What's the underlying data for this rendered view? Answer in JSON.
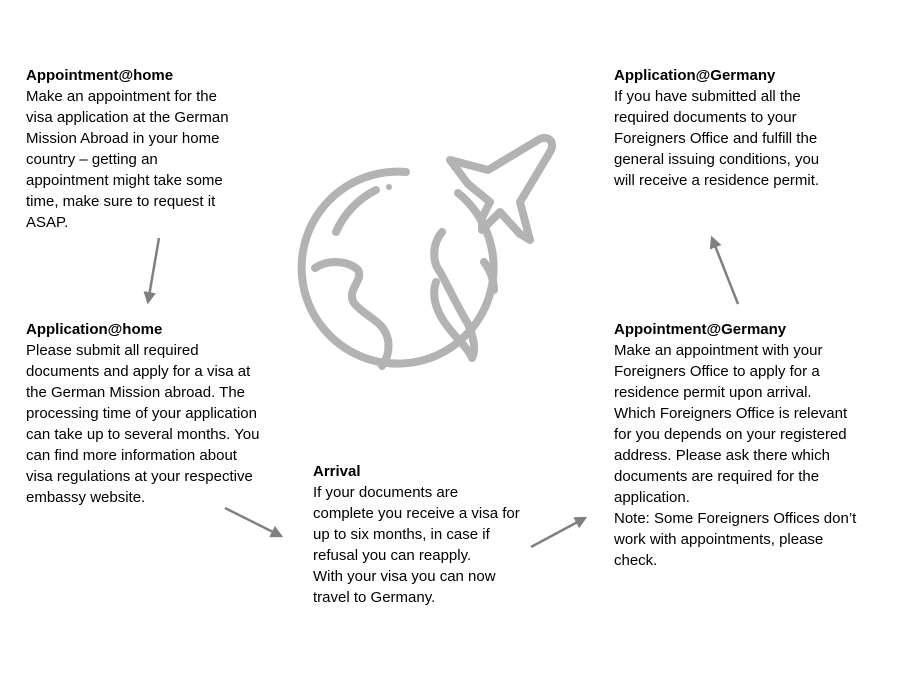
{
  "steps": {
    "appointment_home": {
      "title": "Appointment@home",
      "lines": [
        "Make an appointment for the",
        "visa application at the German",
        "Mission Abroad in your home",
        "country – getting an",
        "appointment might take some",
        "time, make sure to request it",
        "ASAP."
      ]
    },
    "application_home": {
      "title": "Application@home",
      "lines": [
        "Please submit all required",
        "documents and apply for a visa at",
        "the German Mission abroad. The",
        "processing time of your application",
        "can take up to several months. You",
        "can find more information about",
        "visa regulations at your respective",
        "embassy website."
      ]
    },
    "arrival": {
      "title": "Arrival",
      "lines": [
        "If your documents are",
        "complete you receive a visa for",
        "up to six months, in case if",
        "refusal you can reapply.",
        "With your visa you can now",
        "travel to Germany."
      ]
    },
    "appointment_germany": {
      "title": "Appointment@Germany",
      "lines": [
        "Make an appointment with your",
        "Foreigners Office to apply for a",
        "residence permit upon arrival.",
        "Which Foreigners Office is relevant",
        "for you depends on your registered",
        "address. Please ask there which",
        "documents are required for the",
        "application.",
        "Note: Some Foreigners Offices don’t",
        "work with appointments, please",
        "check."
      ]
    },
    "application_germany": {
      "title": "Application@Germany",
      "lines": [
        "If you have submitted all the",
        "required documents to your",
        "Foreigners Office and fulfill the",
        "general issuing conditions, you",
        "will receive a residence permit."
      ]
    }
  },
  "icons": {
    "center": "globe-with-airplane-icon",
    "connectors": "arrow-icon"
  },
  "colors": {
    "text": "#000000",
    "icon": "#b3b3b3",
    "arrow": "#808080"
  }
}
